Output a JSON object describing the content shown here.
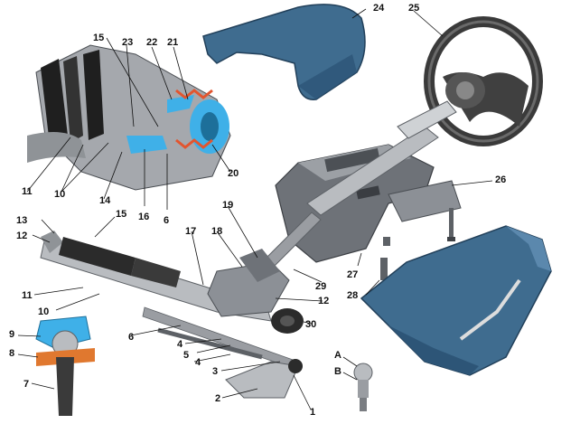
{
  "callouts": [
    "1",
    "2",
    "3",
    "4",
    "4",
    "5",
    "6",
    "6",
    "7",
    "8",
    "9",
    "10",
    "10",
    "11",
    "11",
    "12",
    "12",
    "13",
    "14",
    "15",
    "15",
    "16",
    "17",
    "18",
    "19",
    "20",
    "21",
    "22",
    "23",
    "24",
    "25",
    "26",
    "27",
    "28",
    "29",
    "30",
    "A",
    "B"
  ],
  "colors": {
    "housing_blue": "#3f6c8f",
    "housing_dark": "#24465f",
    "metal_gray": "#b9bcc0",
    "metal_dark": "#5d6166",
    "rubber_black": "#2b2b2b",
    "cutaway_blue": "#3fb0e8",
    "spring_red": "#e2552f",
    "boot_orange": "#e0782f"
  },
  "icons": [
    "steering-wheel",
    "steering-column",
    "steering-rack",
    "tie-rod",
    "ball-joint",
    "boot",
    "cover-upper",
    "cover-lower"
  ]
}
